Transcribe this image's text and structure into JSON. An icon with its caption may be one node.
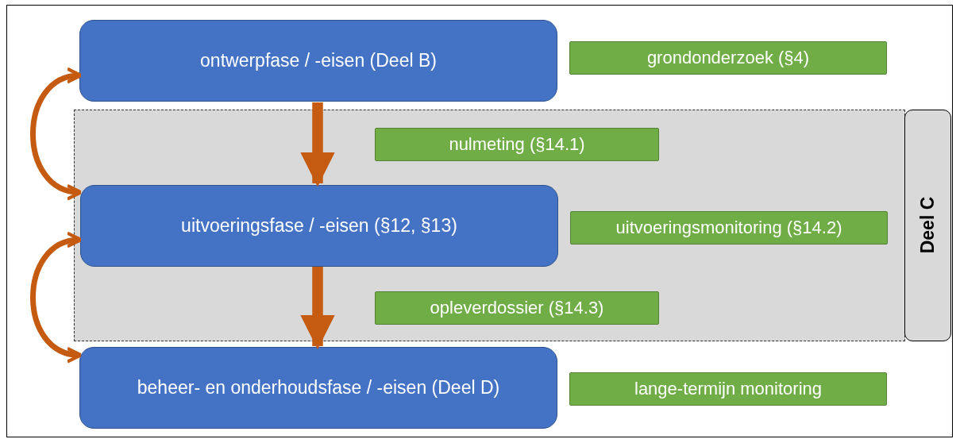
{
  "diagram": {
    "nodes": [
      {
        "text": [
          "ontwerpfase / -eisen (Deel B)"
        ]
      },
      {
        "text": [
          "grondonderzoek (§4)"
        ]
      },
      {
        "text": [
          "Deel C"
        ]
      },
      {
        "text": [
          "nulmeting (§14.1)"
        ],
        "in": 2
      },
      {
        "text": [
          "uitvoeringsfase / -eisen (§12, §13)"
        ],
        "in": 2
      },
      {
        "text": [
          "uitvoeringsmonitoring (§14.2)"
        ],
        "in": 2
      },
      {
        "text": [
          "opleverdossier (§14.3)"
        ],
        "in": 2
      },
      {
        "text": [
          "beheer- en onderhoudsfase / -eisen (Deel D)"
        ]
      },
      {
        "text": [
          "lange-termijn monitoring"
        ]
      }
    ],
    "edges": [
      {
        "from": 0,
        "to": 4,
        "arrow": "to",
        "style": "thick"
      },
      {
        "from": 4,
        "to": 7,
        "arrow": "to",
        "style": "thick"
      },
      {
        "from": 0,
        "to": 4,
        "arrow": "both"
      },
      {
        "from": 4,
        "to": 7,
        "arrow": "both"
      }
    ]
  }
}
